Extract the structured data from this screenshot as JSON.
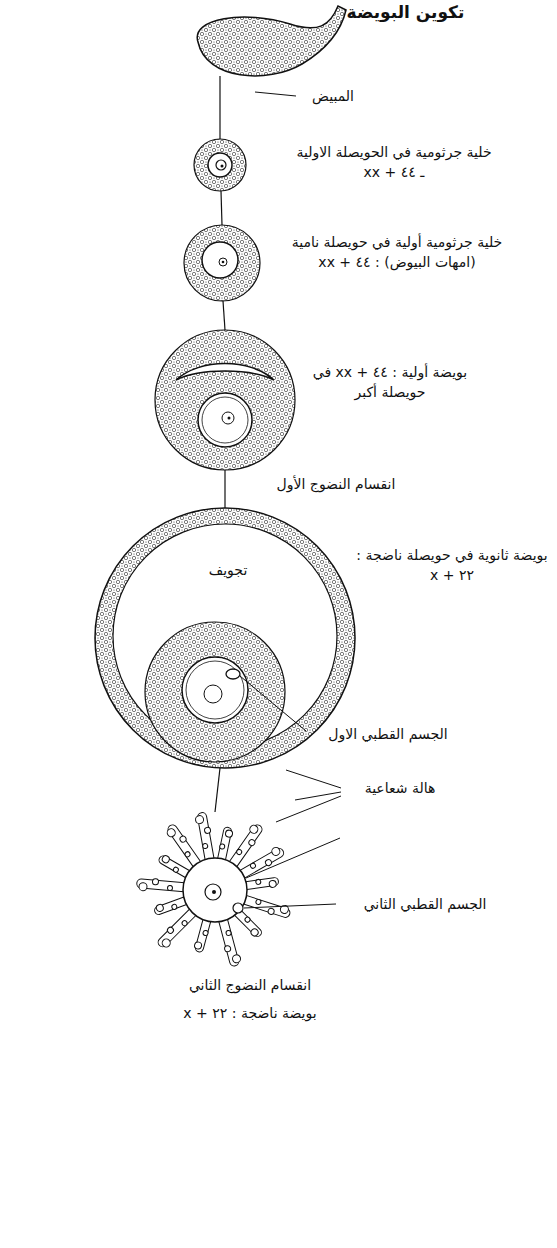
{
  "diagram": {
    "title": "تكوين البويضة",
    "labels": [
      "المبيض",
      "خلية جرثومية في الحويصلة الاولية ـ ٤٤ + xx",
      "خلية جرثومية أولية في حويصلة نامية (امهات البيوض) : ٤٤ + xx",
      "بويضة أولية : ٤٤ + xx في حويصلة أكبر",
      "انقسام النضوج الأول",
      "تجويف",
      "بويضة ثانوية في حويصلة ناضجة : ٢٢ + x",
      "الجسم القطبي الاول",
      "هالة شعاعية",
      "الجسم القطبي الثاني",
      "انقسام النضوج الثاني",
      "بويضة ناضجة : ٢٢ + x"
    ]
  }
}
